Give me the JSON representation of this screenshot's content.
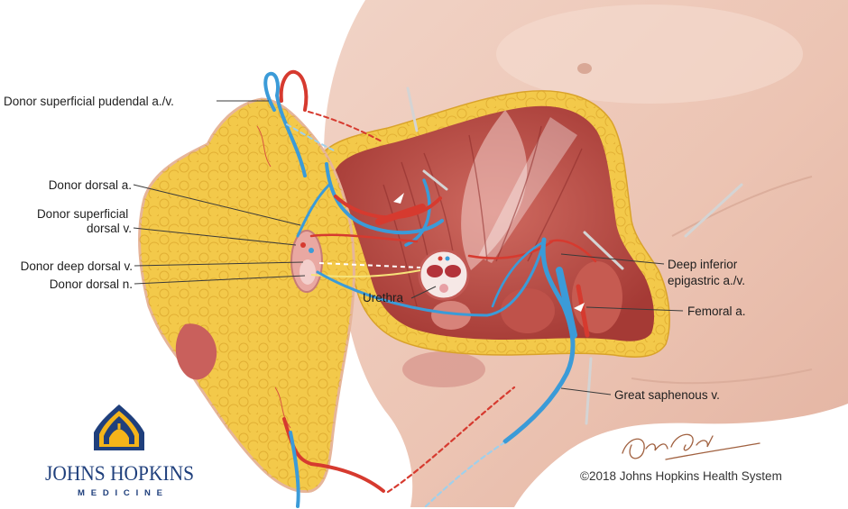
{
  "labels": {
    "superficial_pudendal": "Donor superficial pudendal a./v.",
    "dorsal_artery": "Donor dorsal a.",
    "superficial_dorsal_vein": [
      "Donor superficial",
      "dorsal v."
    ],
    "deep_dorsal_vein": "Donor deep dorsal v.",
    "dorsal_nerve": "Donor dorsal n.",
    "urethra": "Urethra",
    "deep_inferior_epigastric": [
      "Deep inferior",
      "epigastric a./v."
    ],
    "femoral_artery": "Femoral a.",
    "great_saphenous_vein": "Great saphenous v."
  },
  "logo": {
    "wordmark": "JOHNS HOPKINS",
    "subtitle": "MEDICINE",
    "icon": "dome-shield-icon"
  },
  "copyright": "©2018 Johns Hopkins Health System",
  "icons": {
    "flow_arrow": "flow-arrow-icon",
    "signature": "artist-signature"
  },
  "colors": {
    "artery": "#d63a2f",
    "vein": "#3b9bd8",
    "vein_pale": "#9fd0ec",
    "fat": "#f3c94a",
    "muscle": "#b3453f",
    "skin": "#ecc6b4",
    "logo_navy": "#1f3f7c",
    "logo_gold": "#f4b41a",
    "label_text": "#1e1e1e"
  }
}
